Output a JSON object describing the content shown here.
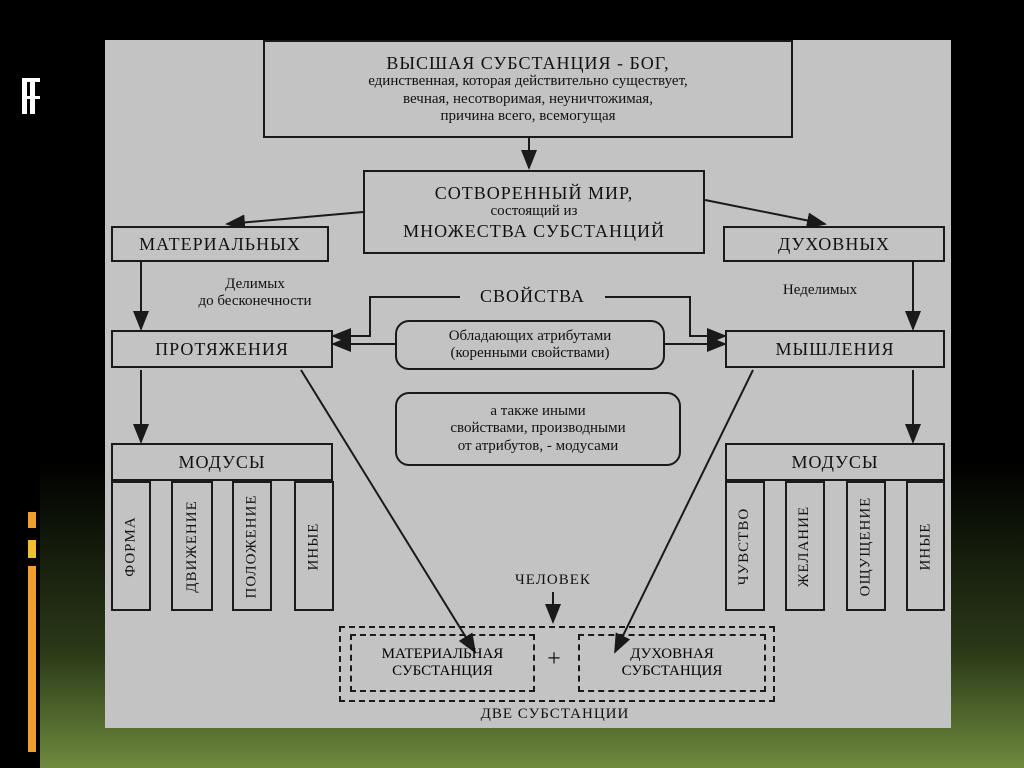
{
  "top": {
    "title": "ВЫСШАЯ СУБСТАНЦИЯ - БОГ,",
    "line1": "единственная, которая действительно существует,",
    "line2": "вечная, несотворимая, неуничтожимая,",
    "line3": "причина всего, всемогущая"
  },
  "world": {
    "line1": "СОТВОРЕННЫЙ МИР,",
    "line2": "состоящий из",
    "line3": "МНОЖЕСТВА СУБСТАНЦИЙ"
  },
  "material": "МАТЕРИАЛЬНЫХ",
  "spiritual": "ДУХОВНЫХ",
  "divisible": {
    "line1": "Делимых",
    "line2": "до бесконечности"
  },
  "indivisible": "Неделимых",
  "properties": "СВОЙСТВА",
  "attributes": {
    "line1": "Обладающих атрибутами",
    "line2": "(коренными свойствами)"
  },
  "extension": "ПРОТЯЖЕНИЯ",
  "thinking": "МЫШЛЕНИЯ",
  "modes_note": {
    "line1": "а также иными",
    "line2": "свойствами, производными",
    "line3": "от атрибутов, - модусами"
  },
  "modes_left": {
    "title": "МОДУСЫ",
    "items": [
      "ФОРМА",
      "ДВИЖЕНИЕ",
      "ПОЛОЖЕНИЕ",
      "ИНЫЕ"
    ]
  },
  "modes_right": {
    "title": "МОДУСЫ",
    "items": [
      "ЧУВСТВО",
      "ЖЕЛАНИЕ",
      "ОЩУЩЕНИЕ",
      "ИНЫЕ"
    ]
  },
  "human": "ЧЕЛОВЕК",
  "substance_material": {
    "line1": "МАТЕРИАЛЬНАЯ",
    "line2": "СУБСТАНЦИЯ"
  },
  "plus": "+",
  "substance_spiritual": {
    "line1": "ДУХОВНАЯ",
    "line2": "СУБСТАНЦИЯ"
  },
  "two_substances": "ДВЕ СУБСТАНЦИИ",
  "colors": {
    "slide_bg": "#c3c3c3",
    "ink": "#1a1a1a",
    "accent_orange": "#f0a030",
    "accent_green": "#6f8a3e"
  }
}
